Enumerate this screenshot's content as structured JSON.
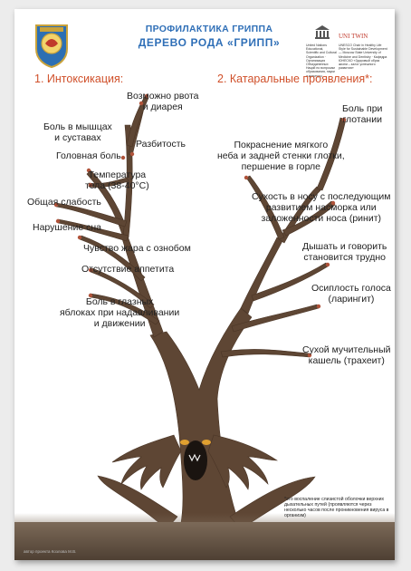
{
  "header": {
    "line1": "ПРОФИЛАКТИКА ГРИППА",
    "line2": "ДЕРЕВО РОДА «ГРИПП»"
  },
  "logo_right": {
    "unitwin": "UNI TWIN",
    "left_block": "United Nations Educational, Scientific and Cultural Organization · Организация Объединенных Наций по вопросам образования, науки и культуры",
    "right_block": "UNESCO Chair in Healthy Life Style for Sustainable Development — Moscow State University of Medicine and Dentistry · Кафедра ЮНЕСКО «Здоровый образ жизни – залог успешного развития»"
  },
  "sections": {
    "intoxication": "1. Интоксикация:",
    "catarrhal": "2. Катаральные проявления*:"
  },
  "symptoms_left": {
    "vomit": [
      "Возможно рвота",
      "и диарея"
    ],
    "muscle": [
      "Боль в мышцах",
      "и суставах"
    ],
    "weakness_break": "Разбитость",
    "headache": "Головная боль",
    "temperature": [
      "Температура",
      "тела (38-40°С)"
    ],
    "weakness": "Общая слабость",
    "sleep": "Нарушение сна",
    "chills": "Чувство жара с ознобом",
    "appetite": "Отсутствие аппетита",
    "eyes": [
      "Боль в глазных",
      "яблоках при надавливании",
      "и движении"
    ]
  },
  "symptoms_right": {
    "swallow": [
      "Боль при",
      "глотании"
    ],
    "redness": [
      "Покраснение мягкого",
      "неба и задней стенки глотки,",
      "першение в горле"
    ],
    "nose": [
      "Сухость в носу с последующим",
      "развитием насморка или",
      "заложенности носа (ринит)"
    ],
    "breath": [
      "Дышать и говорить",
      "становится трудно"
    ],
    "voice": [
      "Осиплость голоса",
      "(ларингит)"
    ],
    "cough": [
      "Сухой мучительный",
      "кашель (трахеит)"
    ]
  },
  "footnote": "*это воспаление слизистой оболочки верхних дыхательных путей (проявляются через несколько часов после проникновения вируса в организм)",
  "credit": "автор проекта Козлова М.В.",
  "colors": {
    "accent_blue": "#2f6fb7",
    "accent_orange": "#d0502a",
    "trunk": "#5a4330",
    "berry": "#b0533a"
  }
}
